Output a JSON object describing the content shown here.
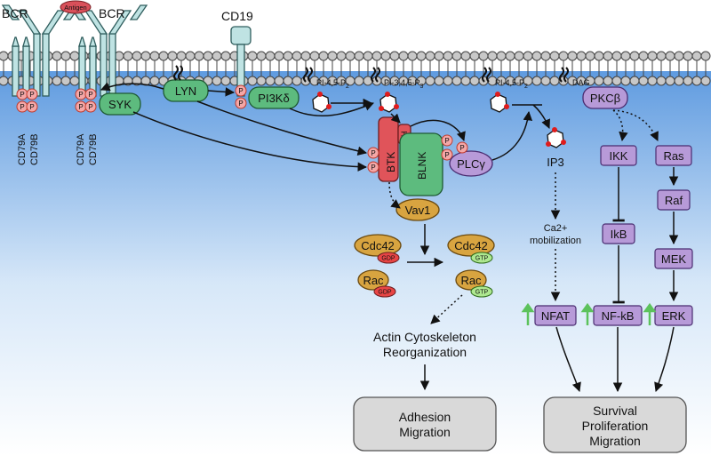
{
  "receptors": {
    "bcr_left": "BCR",
    "bcr_right": "BCR",
    "antigen": "Antigen",
    "cd19": "CD19",
    "cd79a": "CD79A",
    "cd79b": "CD79B"
  },
  "phospho": "P",
  "kinases": {
    "syk": "SYK",
    "lyn": "LYN",
    "pi3k": "PI3Kδ",
    "btk": "BTK",
    "ph": "PH",
    "blnk": "BLNK",
    "plcg": "PLCγ",
    "vav1": "Vav1",
    "pkcb": "PKCβ"
  },
  "lipids": {
    "pip2_a": "PI-4,5-P",
    "pip3": "PI-3,4,5-P",
    "pip2_b": "PI-4,5-P",
    "sub2": "2",
    "sub3": "3",
    "dag": "DAG"
  },
  "gtpases": {
    "cdc42": "Cdc42",
    "rac": "Rac",
    "gdp": "GDP",
    "gtp": "GTP"
  },
  "pathway": {
    "ip3": "IP3",
    "ca_line1": "Ca2+",
    "ca_line2": "mobilization",
    "nfat": "NFAT",
    "ikk": "IKK",
    "ikb": "IkB",
    "nfkb": "NF-kB",
    "ras": "Ras",
    "raf": "Raf",
    "mek": "MEK",
    "erk": "ERK"
  },
  "outcomes": {
    "actin_line1": "Actin Cytoskeleton",
    "actin_line2": "Reorganization",
    "adhesion_line1": "Adhesion",
    "adhesion_line2": "Migration",
    "survival_line1": "Survival",
    "survival_line2": "Proliferation",
    "survival_line3": "Migration"
  },
  "colors": {
    "membrane_head": "#c8c8c8",
    "cytoplasm_top": "#5f9be0",
    "receptor": "#bfe3e3",
    "kinase_green": "#5dbb7e",
    "btk_red": "#e0545a",
    "purple": "#b79ad8",
    "cdc42_orange": "#d8a440",
    "gdp_red": "#e84545",
    "gtp_green": "#aee890",
    "phospho_pink": "#f4a7a7",
    "outcome_gray": "#d9d9d9"
  }
}
